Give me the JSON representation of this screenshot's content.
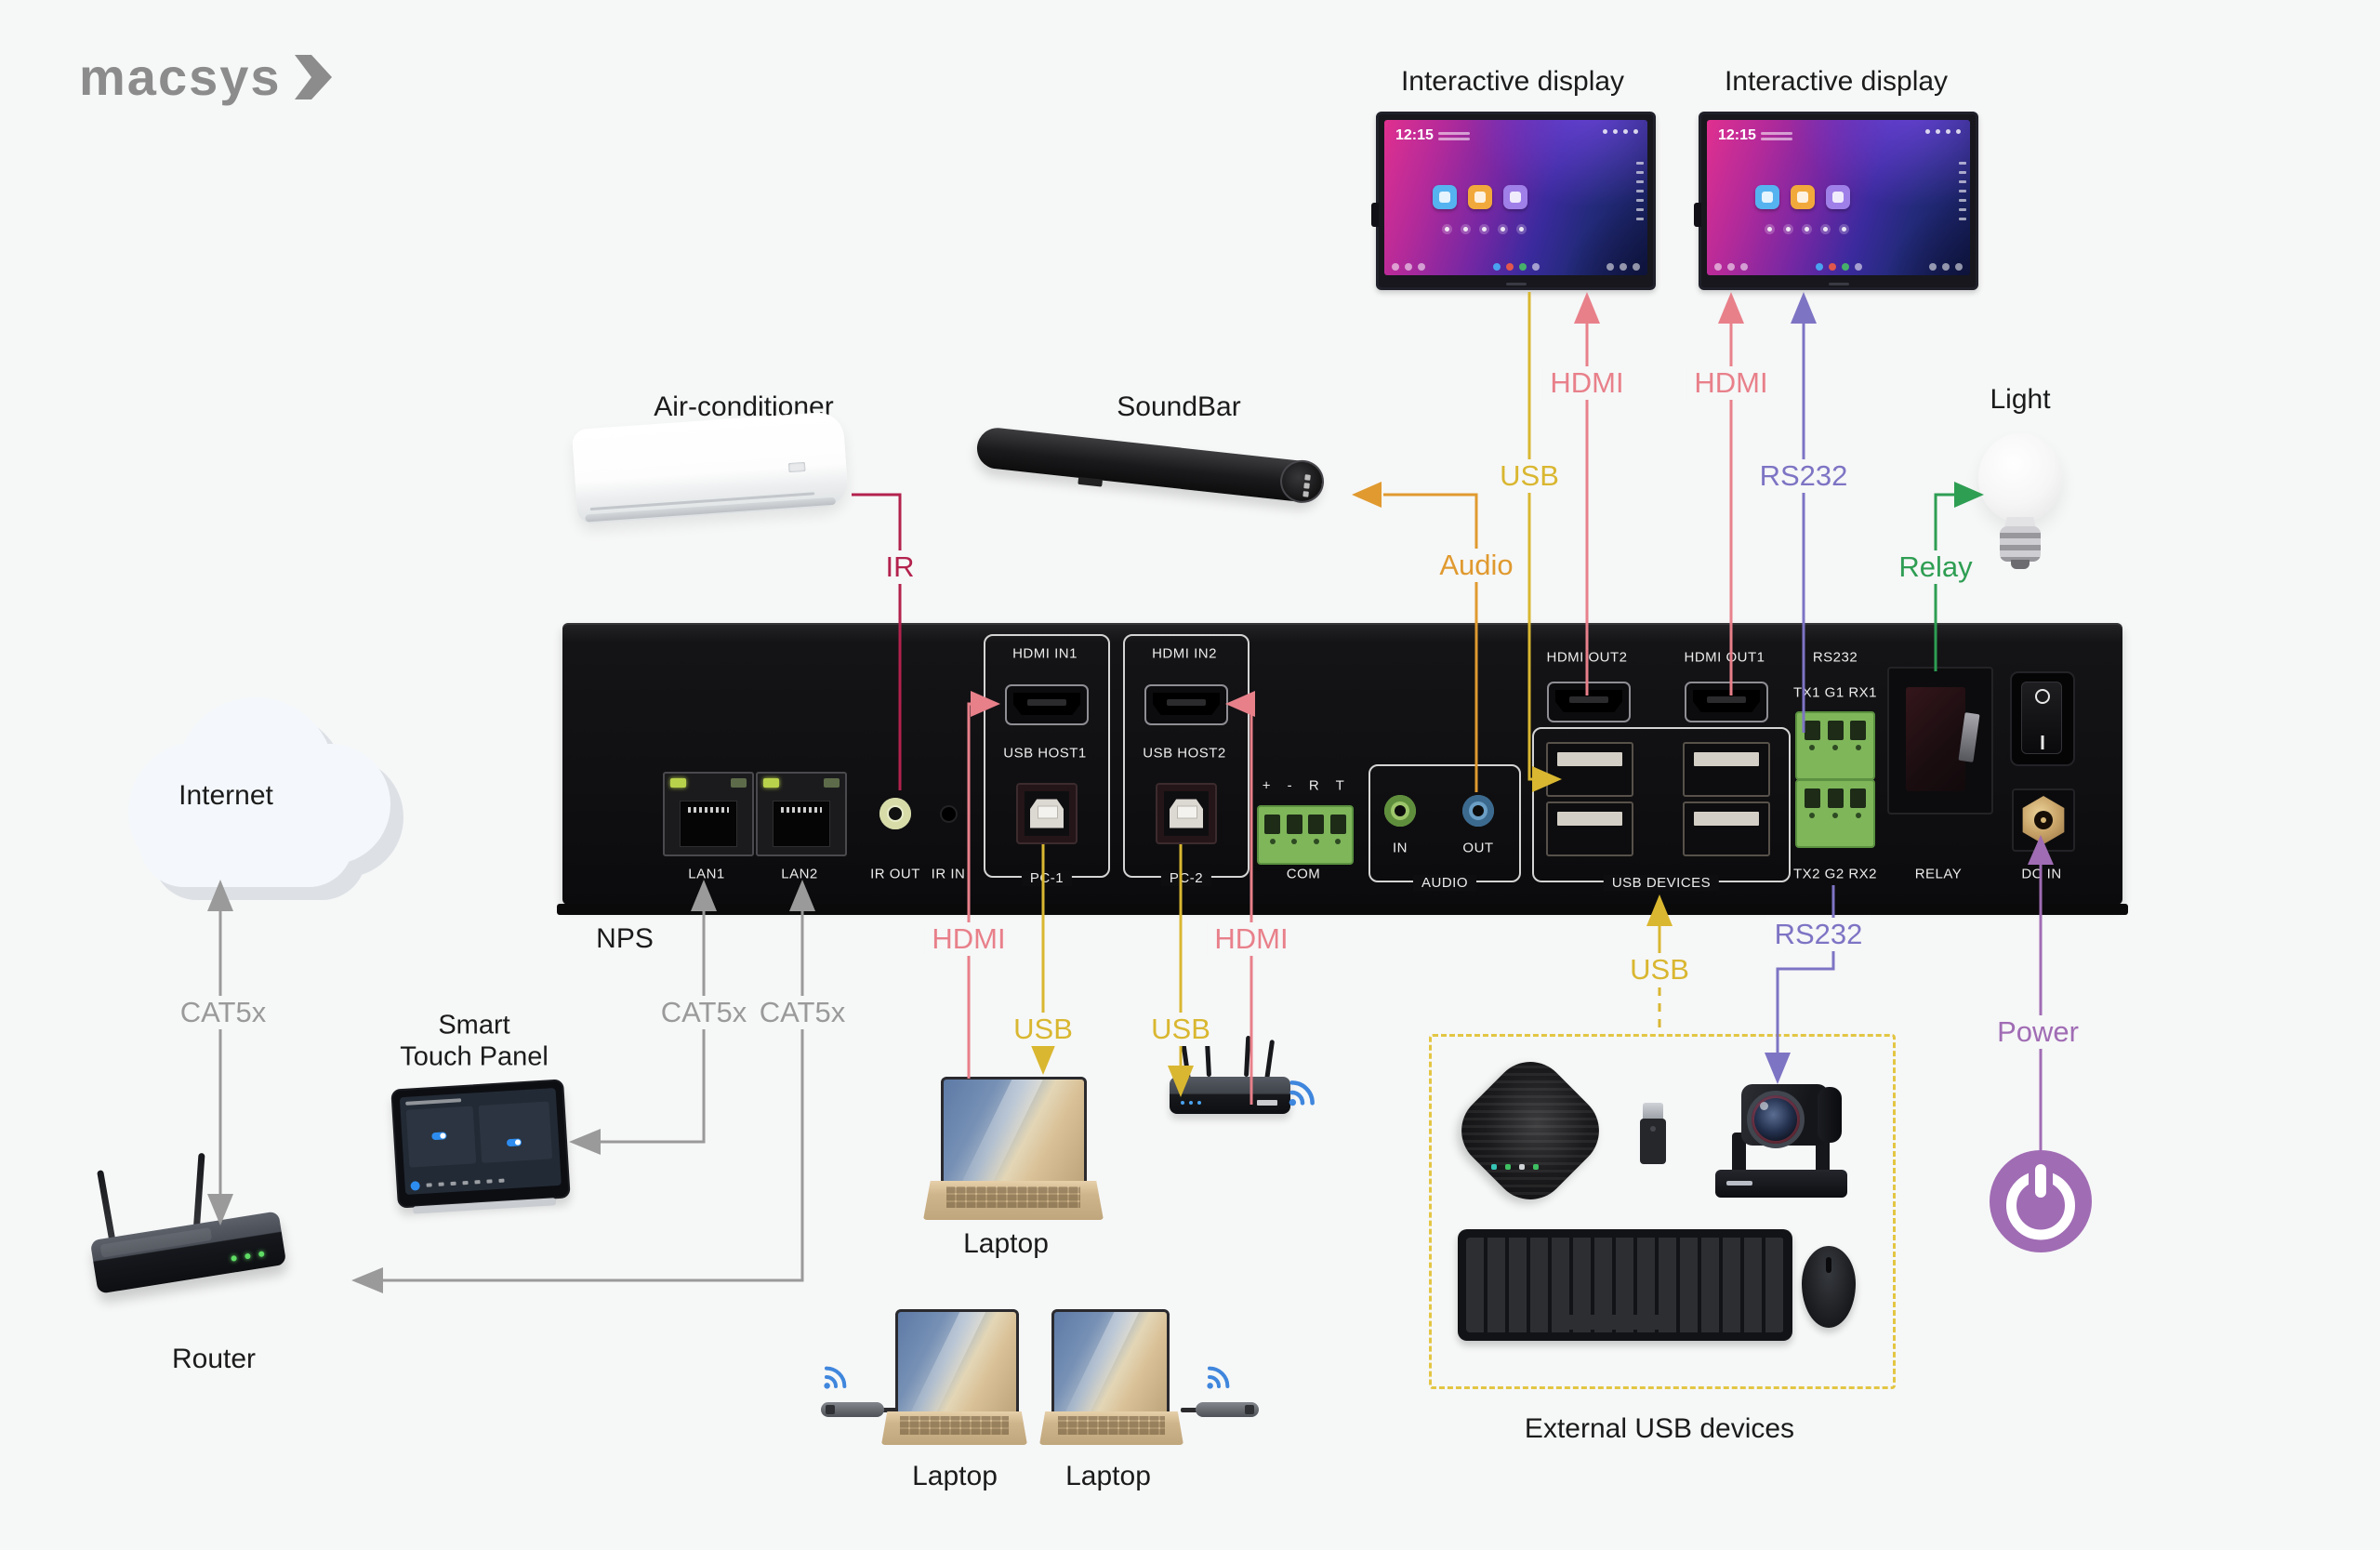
{
  "logo": {
    "text": "macsys"
  },
  "displays": {
    "label1": "Interactive display",
    "label2": "Interactive display",
    "clock": "12:15"
  },
  "device": {
    "name": "NPS",
    "ports": {
      "lan1": "LAN1",
      "lan2": "LAN2",
      "ir_out": "IR OUT",
      "ir_in": "IR IN",
      "hdmi_in1": "HDMI IN1",
      "usb_host1": "USB HOST1",
      "pc1": "PC-1",
      "hdmi_in2": "HDMI IN2",
      "usb_host2": "USB HOST2",
      "pc2": "PC-2",
      "com_pins": "+  -  R  T",
      "com": "COM",
      "audio_in": "IN",
      "audio_out": "OUT",
      "audio": "AUDIO",
      "usb_devices": "USB DEVICES",
      "hdmi_out2": "HDMI OUT2",
      "hdmi_out1": "HDMI OUT1",
      "rs232": "RS232",
      "rs232_top": "TX1 G1 RX1",
      "rs232_bottom": "TX2 G2 RX2",
      "relay": "RELAY",
      "dc_in": "DC IN"
    }
  },
  "peripherals": {
    "air_conditioner": "Air-conditioner",
    "soundbar": "SoundBar",
    "light": "Light",
    "internet": "Internet",
    "router": "Router",
    "smart_touch_panel_line1": "Smart",
    "smart_touch_panel_line2": "Touch Panel",
    "laptop1": "Laptop",
    "laptop2": "Laptop",
    "laptop3": "Laptop",
    "external_usb_devices": "External USB devices"
  },
  "connections": {
    "hdmi_display1": "HDMI",
    "hdmi_display2": "HDMI",
    "usb_display": "USB",
    "audio": "Audio",
    "ir": "IR",
    "rs232_display": "RS232",
    "relay": "Relay",
    "cat5x_internet": "CAT5x",
    "cat5x_touch_panel": "CAT5x",
    "cat5x_router": "CAT5x",
    "hdmi_pc1": "HDMI",
    "usb_pc1": "USB",
    "usb_pc2": "USB",
    "hdmi_pc2": "HDMI",
    "usb_external": "USB",
    "rs232_external": "RS232",
    "power": "Power"
  },
  "colors": {
    "background": "#f6f7f7",
    "hdmi": "#e8808a",
    "usb": "#d9b730",
    "audio": "#e09a2f",
    "ir": "#b3224d",
    "rs232": "#7d74c4",
    "relay": "#2e9e53",
    "power": "#a06cb4",
    "cat5x": "#9a9a9a",
    "external_box_border": "#e3c643",
    "device_body": "#101012"
  }
}
